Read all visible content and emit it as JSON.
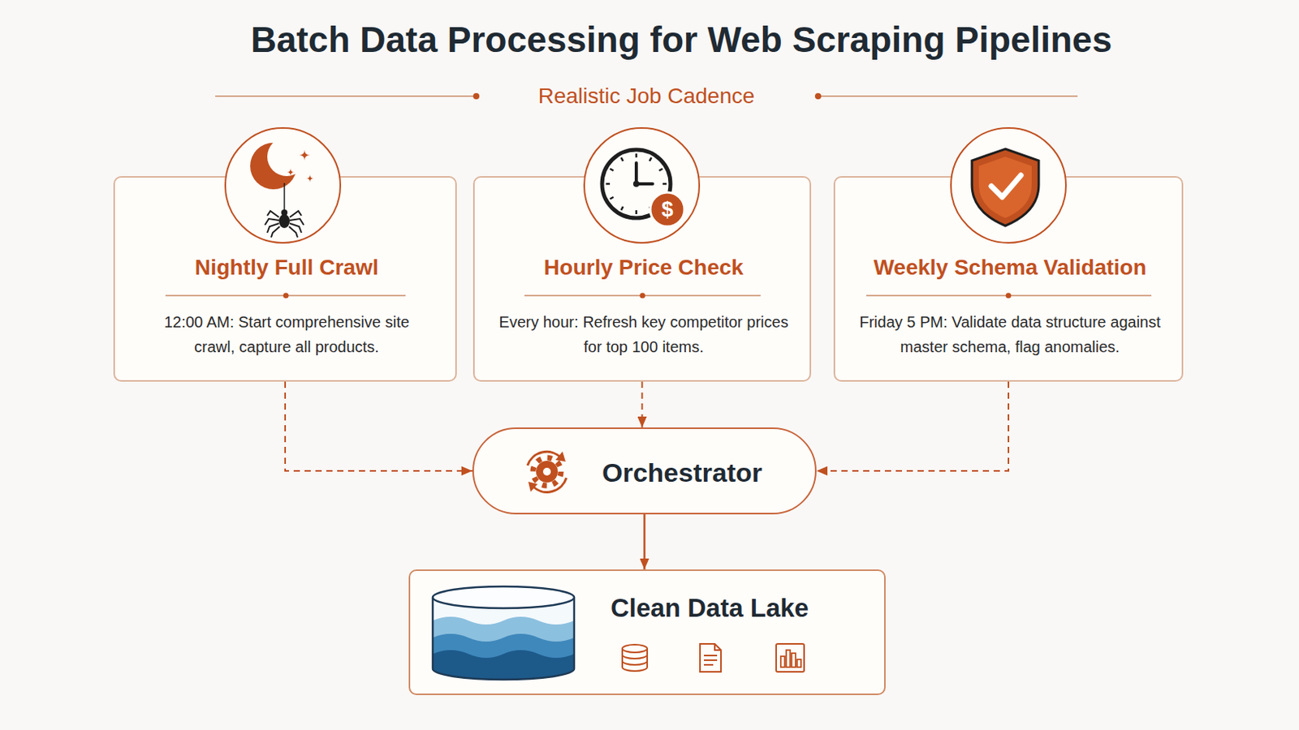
{
  "diagram": {
    "title": "Batch Data Processing for Web Scraping Pipelines",
    "nodes": [
      {
        "text": [
          "Nightly Full Crawl",
          "12:00 AM: Start comprehensive site crawl, capture all products."
        ]
      },
      {
        "text": [
          "Hourly Price Check",
          "Every hour: Refresh key competitor prices for top 100 items."
        ]
      },
      {
        "text": [
          "Weekly Schema Validation",
          "Friday 5 PM: Validate data structure against master schema, flag anomalies."
        ]
      },
      {
        "text": [
          "Orchestrator"
        ]
      },
      {
        "text": [
          "Clean Data Lake"
        ]
      }
    ],
    "edges": [
      {
        "from": 0,
        "to": 3,
        "arrow": "to"
      },
      {
        "from": 1,
        "to": 3,
        "arrow": "to"
      },
      {
        "from": 2,
        "to": 3,
        "arrow": "to"
      },
      {
        "from": 3,
        "to": 4,
        "arrow": "to"
      }
    ],
    "labels": [
      "Realistic Job Cadence",
      "$"
    ]
  }
}
